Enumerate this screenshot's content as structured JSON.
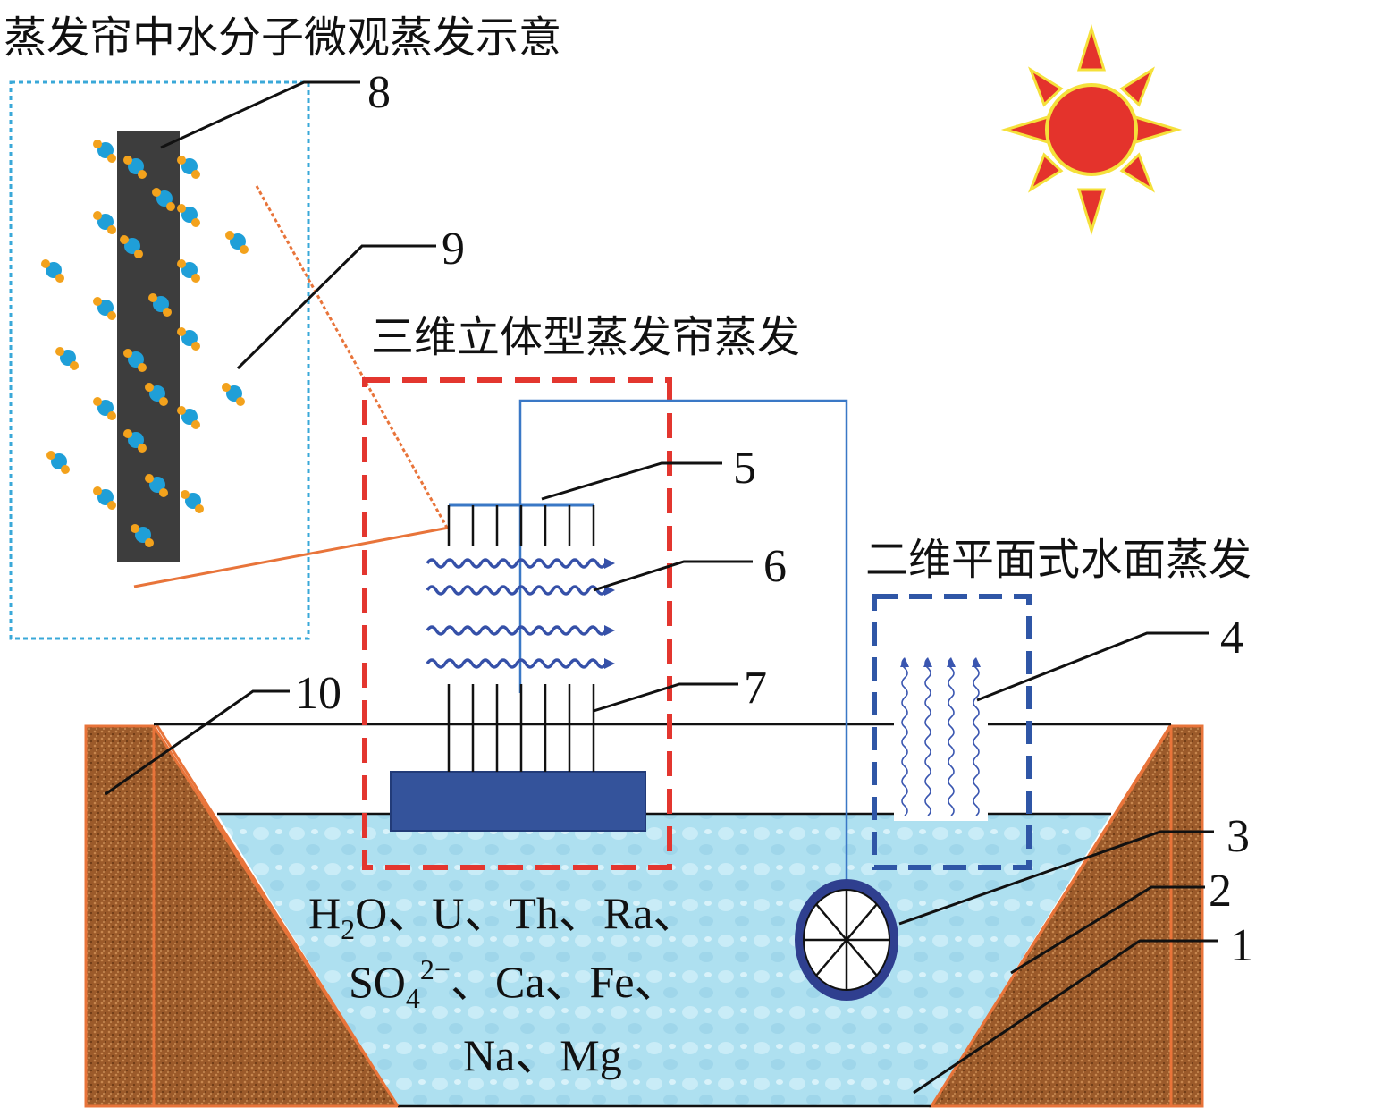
{
  "titles": {
    "micro": "蒸发帘中水分子微观蒸发示意",
    "curtain_3d": "三维立体型蒸发帘蒸发",
    "surface_2d": "二维平面式水面蒸发"
  },
  "labels": [
    "1",
    "2",
    "3",
    "4",
    "5",
    "6",
    "7",
    "8",
    "9",
    "10"
  ],
  "solution": {
    "line1": {
      "h": "H",
      "two": "2",
      "rest": "O、U、Th、Ra、"
    },
    "line2": {
      "so": "SO",
      "four": "4",
      "charge": "2−",
      "rest": "、Ca、Fe、"
    },
    "line3": "Na、Mg"
  },
  "colors": {
    "soil": "#9b5a2a",
    "soil_edge": "#e8743a",
    "water": "#aee0f0",
    "red_box": "#e3362f",
    "blue_box": "#2f56a6",
    "cyan_box": "#3aa8d8",
    "sun": "#e4332c",
    "sun_edge": "#f5e03a",
    "float_block": "#34539b",
    "curtain": "#3d3d3d",
    "oxygen": "#1f9fd8",
    "hydrogen": "#f3a21c"
  },
  "icons": [
    "sun-icon",
    "water-molecule-icon",
    "pump-wheel-icon",
    "vapor-arrow-icon"
  ]
}
